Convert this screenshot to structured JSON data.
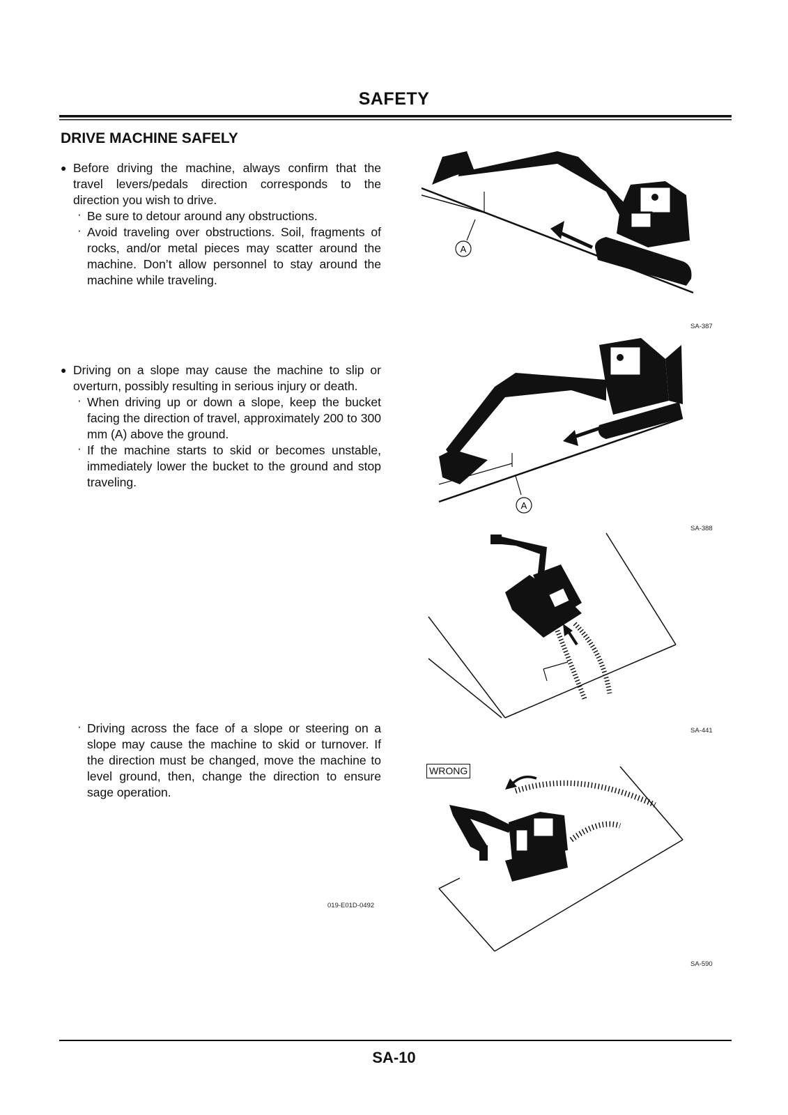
{
  "header": {
    "title": "SAFETY"
  },
  "section": {
    "title": "DRIVE MACHINE SAFELY"
  },
  "block1": {
    "bullet": "Before driving the machine, always confirm that the travel levers/pedals direction corresponds to the direction you wish to drive.",
    "subs": [
      "Be sure to detour around any obstructions.",
      "Avoid traveling over obstructions. Soil, fragments of rocks, and/or metal pieces may scatter around the machine. Don’t allow personnel to stay around the machine while traveling."
    ]
  },
  "block2": {
    "bullet": "Driving on a slope may cause the machine to slip or overturn, possibly resulting in serious injury or death.",
    "subs": [
      "When driving up or down a slope, keep the bucket facing the direction of travel, approximately 200 to 300 mm (A) above the ground.",
      "If the machine starts to skid or becomes unstable, immediately lower the bucket to the ground and stop traveling."
    ]
  },
  "block3": {
    "subs": [
      "Driving across the face of a slope or steering on a slope may cause the machine to skid or turnover. If the direction must be changed, move the machine to level ground, then, change the direction to ensure sage operation."
    ]
  },
  "doc_code": "019-E01D-0492",
  "figures": {
    "fig1": {
      "code": "SA-387",
      "label": "A"
    },
    "fig2": {
      "code": "SA-388",
      "label": "A"
    },
    "fig3": {
      "code": "SA-441"
    },
    "fig4": {
      "code": "SA-590",
      "badge": "WRONG"
    }
  },
  "footer": {
    "page": "SA-10"
  }
}
